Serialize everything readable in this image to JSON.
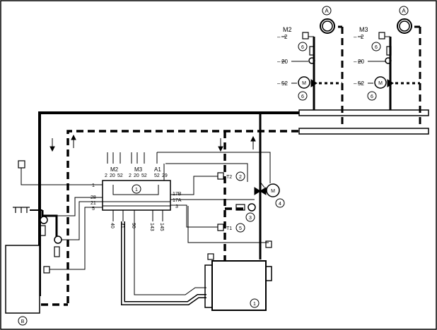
{
  "circuit_top_letter": "A",
  "boiler_letter": "B",
  "controller_num": "1",
  "boiler_num": "1",
  "circuit_m2": {
    "name": "M2",
    "label_2": "2",
    "label_20": "20",
    "label_52": "52",
    "sensor_num": "6",
    "motor_num": "6"
  },
  "circuit_m3": {
    "name": "M3",
    "label_2": "2",
    "label_20": "20",
    "label_52": "52",
    "sensor_num": "6",
    "motor_num": "6"
  },
  "controller_top_groups": {
    "m2": {
      "name": "M2",
      "terms": [
        "2",
        "20",
        "52"
      ]
    },
    "m3": {
      "name": "M3",
      "terms": [
        "2",
        "20",
        "52"
      ]
    },
    "a1": {
      "name": "A1",
      "terms": [
        "52",
        "29"
      ]
    }
  },
  "controller_left_terms": [
    "1",
    "28",
    "21",
    "5"
  ],
  "controller_right_terms": [
    "17B",
    "17A",
    "3"
  ],
  "controller_bottom_terms": [
    "40",
    "41",
    "90",
    "143",
    "145"
  ],
  "sensors": {
    "t2": {
      "name": "T2",
      "num": "2"
    },
    "t1": {
      "name": "T1",
      "num": "5"
    }
  },
  "mixer_num": "4",
  "valve_num": "3",
  "motor_symbol": "M"
}
